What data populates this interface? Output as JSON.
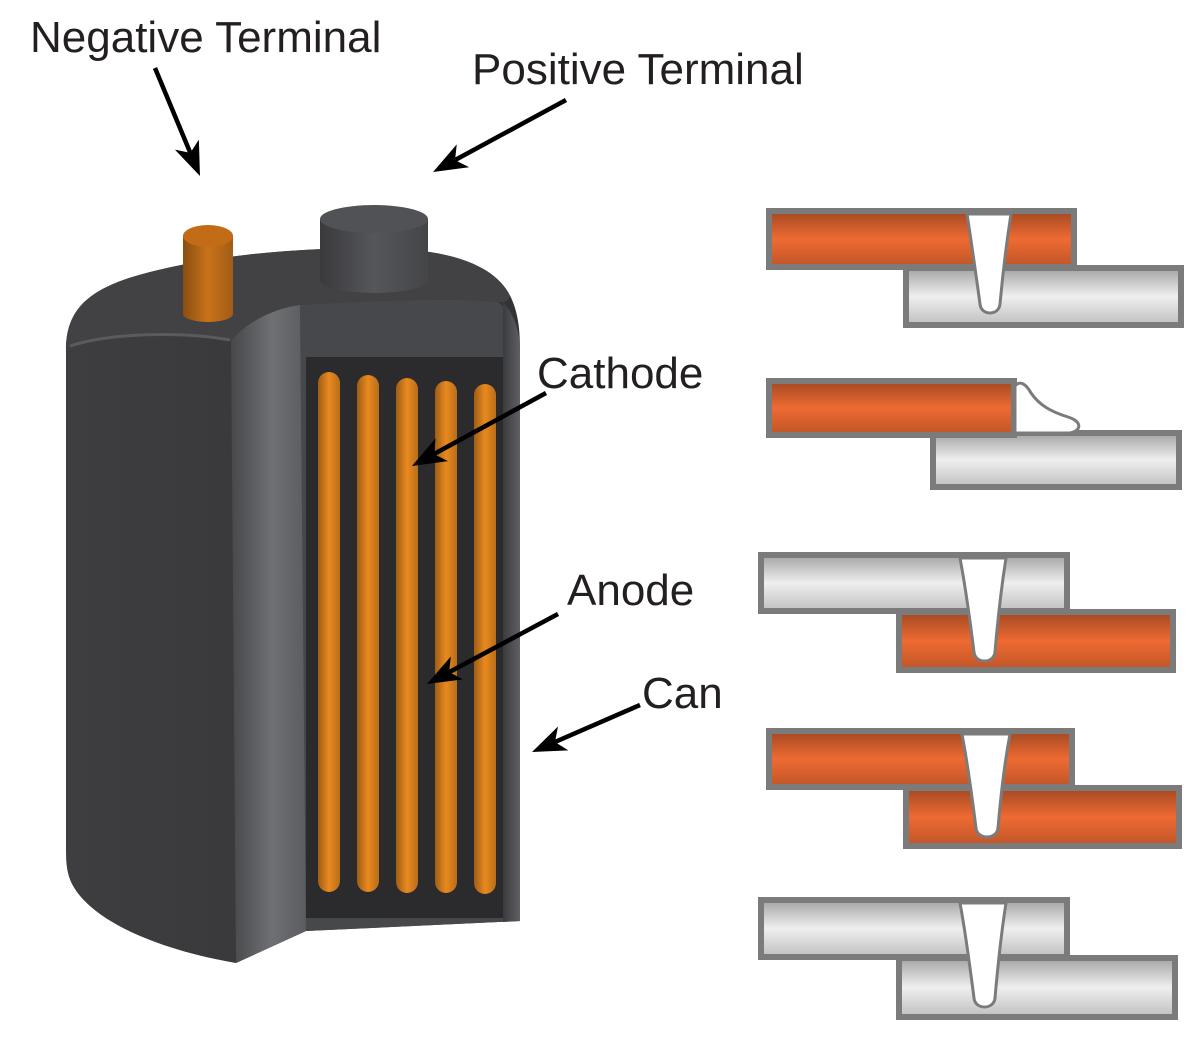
{
  "labels": {
    "negative_terminal": "Negative Terminal",
    "positive_terminal": "Positive Terminal",
    "cathode": "Cathode",
    "anode": "Anode",
    "can": "Can"
  },
  "colors": {
    "electrode": "#e8891f",
    "negative_terminal": "#c9731a",
    "positive_terminal": "#55565a"
  },
  "weld_joints": [
    {
      "top_plate": "#ee6a32",
      "bottom_plate": "#efefef"
    },
    {
      "top_plate": "#ee6a32",
      "bottom_plate": "#efefef"
    },
    {
      "top_plate": "#efefef",
      "bottom_plate": "#ee6a32"
    },
    {
      "top_plate": "#ee6a32",
      "bottom_plate": "#ee6a32"
    },
    {
      "top_plate": "#efefef",
      "bottom_plate": "#efefef"
    }
  ]
}
